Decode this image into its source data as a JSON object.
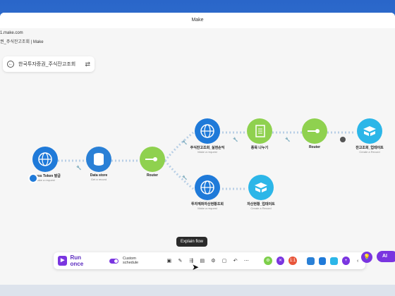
{
  "window": {
    "title": "Make",
    "url_line1": "1.make.com",
    "url_line2": "권_주식잔고조회 | Make"
  },
  "scenario": {
    "name": "한국투자증권_주식잔고조회"
  },
  "nodes": [
    {
      "id": "access",
      "label": "Access Token 발급",
      "sub": "Make a request",
      "color": "#1f7ad9"
    },
    {
      "id": "datastore",
      "label": "Data store",
      "sub": "Get a record",
      "color": "#2a80d6"
    },
    {
      "id": "router1",
      "label": "Router",
      "sub": "",
      "color": "#8fd14f"
    },
    {
      "id": "http1",
      "label": "주식잔고조회_실현손익",
      "sub": "Make a request",
      "color": "#1f7ad9"
    },
    {
      "id": "iterator",
      "label": "종목 나누기",
      "sub": "",
      "color": "#8fd14f"
    },
    {
      "id": "router2",
      "label": "Router",
      "sub": "",
      "color": "#8fd14f"
    },
    {
      "id": "update1",
      "label": "잔고조회_업데이트",
      "sub": "Create a Record",
      "color": "#2cb6e8"
    },
    {
      "id": "http2",
      "label": "투자계좌자산현황조회",
      "sub": "Make a request",
      "color": "#1f7ad9"
    },
    {
      "id": "update2",
      "label": "자산현황_업데이트",
      "sub": "Create a Record",
      "color": "#2cb6e8"
    }
  ],
  "toolbar": {
    "run_label": "Run once",
    "schedule_label": "Custom schedule",
    "tooltip": "Explain flow",
    "ai_label": "AI",
    "chip_label": "1:1"
  },
  "colors": {
    "accent": "#7a35e0",
    "http": "#1f7ad9",
    "router": "#8fd14f",
    "airtable": "#2cb6e8"
  }
}
